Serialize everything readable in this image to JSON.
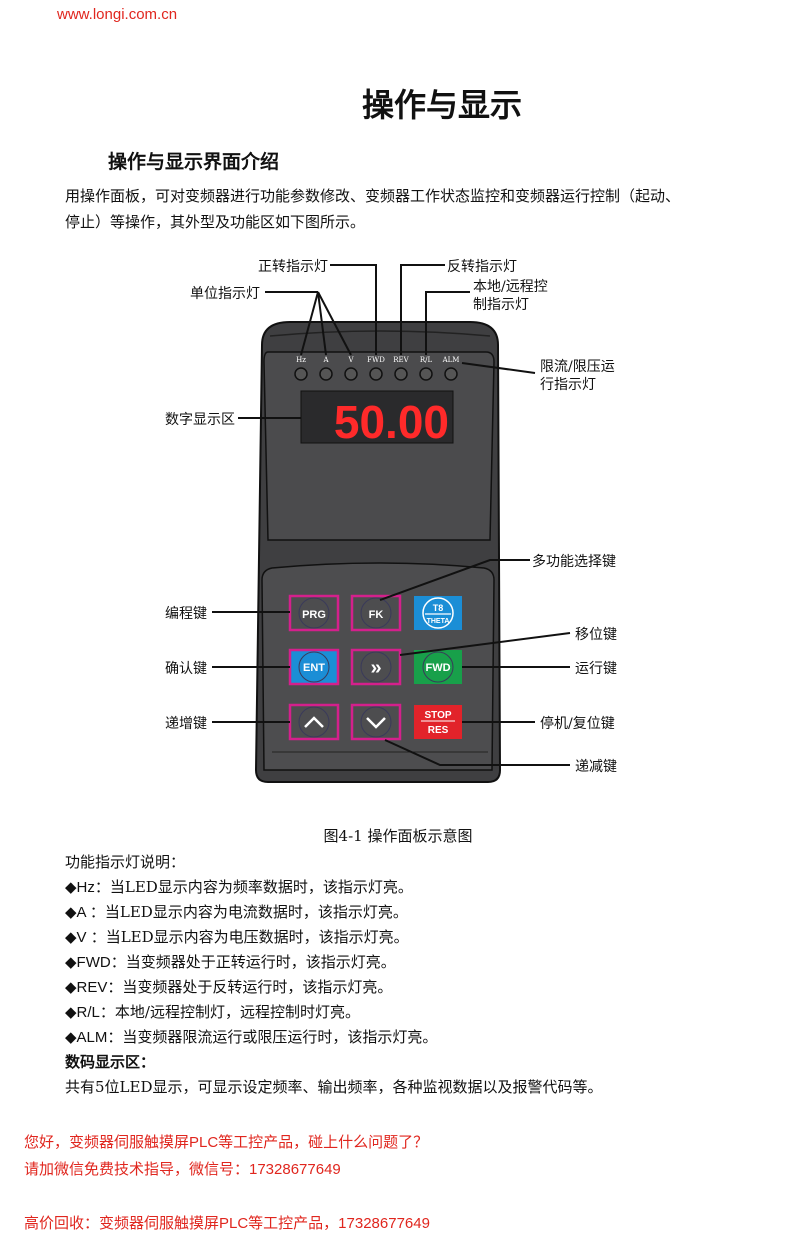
{
  "header": {
    "url": "www.longi.com.cn"
  },
  "title": "操作与显示",
  "section_title": "操作与显示界面介绍",
  "intro": [
    "用操作面板，可对变频器进行功能参数修改、变频器工作状态监控和变频器运行控制（起动、",
    "停止）等操作，其外型及功能区如下图所示。"
  ],
  "diagram": {
    "labels": {
      "fwd_led": "正转指示灯",
      "rev_led": "反转指示灯",
      "remote_led_1": "本地/远程控",
      "remote_led_2": "制指示灯",
      "unit_led": "单位指示灯",
      "alarm_led_1": "限流/限压运",
      "alarm_led_2": "行指示灯",
      "display": "数字显示区",
      "multi_key": "多功能选择键",
      "prog_key": "编程键",
      "shift_key": "移位键",
      "enter_key": "确认键",
      "run_key": "运行键",
      "up_key": "递增键",
      "stop_key": "停机/复位键",
      "down_key": "递减键"
    },
    "leds": [
      "Hz",
      "A",
      "V",
      "FWD",
      "REV",
      "R/L",
      "ALM"
    ],
    "display_value": "50.00",
    "keys": {
      "prg": "PRG",
      "fk": "FK",
      "t8_top": "T8",
      "t8_bottom": "THETA",
      "ent": "ENT",
      "shift": "»",
      "fwd": "FWD",
      "stop": "STOP",
      "res": "RES"
    },
    "colors": {
      "blue": "#1b8ed6",
      "green": "#18a04a",
      "red": "#e2232a",
      "magenta": "#d4208c",
      "led_red": "#ff2a2a"
    },
    "caption": "图4-1 操作面板示意图"
  },
  "indicators": {
    "heading": "功能指示灯说明：",
    "items": [
      {
        "key": "◆Hz",
        "text": "：当LED显示内容为频率数据时，该指示灯亮。"
      },
      {
        "key": "◆A ",
        "text": "：当LED显示内容为电流数据时，该指示灯亮。"
      },
      {
        "key": "◆V ",
        "text": "：当LED显示内容为电压数据时，该指示灯亮。"
      },
      {
        "key": "◆FWD",
        "text": "：当变频器处于正转运行时，该指示灯亮。"
      },
      {
        "key": "◆REV",
        "text": "：当变频器处于反转运行时，该指示灯亮。"
      },
      {
        "key": "◆R/L",
        "text": "：本地/远程控制灯，远程控制时灯亮。"
      },
      {
        "key": "◆ALM",
        "text": "：当变频器限流运行或限压运行时，该指示灯亮。"
      }
    ],
    "display_heading": "数码显示区：",
    "display_text": "共有5位LED显示，可显示设定频率、输出频率，各种监视数据以及报警代码等。"
  },
  "footer": {
    "line1": "您好，变频器伺服触摸屏PLC等工控产品，碰上什么问题了？",
    "line2": "请加微信免费技术指导，微信号：17328677649",
    "line3": "高价回收：变频器伺服触摸屏PLC等工控产品，17328677649"
  }
}
